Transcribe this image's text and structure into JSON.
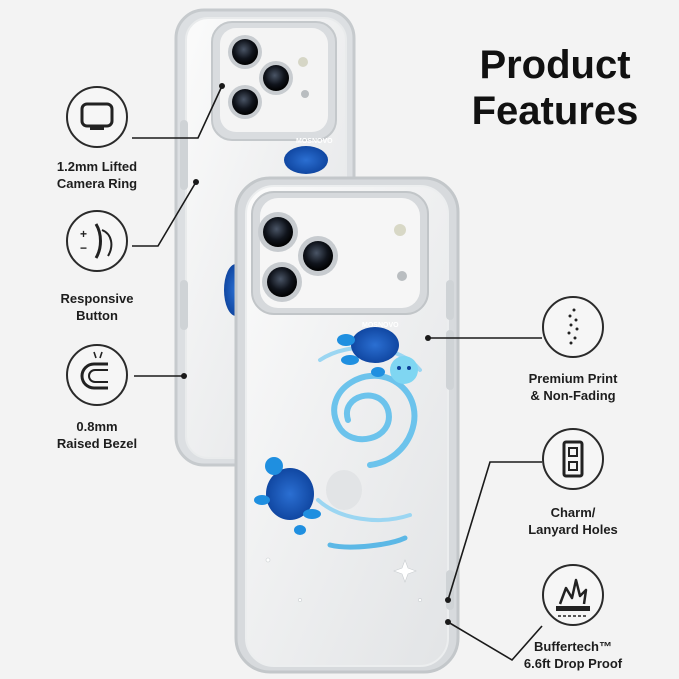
{
  "header": {
    "line1": "Product",
    "line2": "Features"
  },
  "brand": "MOSNOVO",
  "features": {
    "camera_ring": "1.2mm Lifted\nCamera Ring",
    "button": "Responsive\nButton",
    "bezel": "0.8mm\nRaised Bezel",
    "print": "Premium Print\n& Non-Fading",
    "holes": "Charm/\nLanyard Holes",
    "drop": "Buffertech™\n6.6ft Drop Proof"
  },
  "colors": {
    "turtle": "#1f8fe0",
    "turtle_dark": "#0b4fa8",
    "swirl": "#6cc3ec",
    "frame": "#d8dcdf"
  },
  "icons": [
    "camera-ring-icon",
    "button-icon",
    "bezel-icon",
    "print-icon",
    "lanyard-hole-icon",
    "drop-proof-icon"
  ]
}
